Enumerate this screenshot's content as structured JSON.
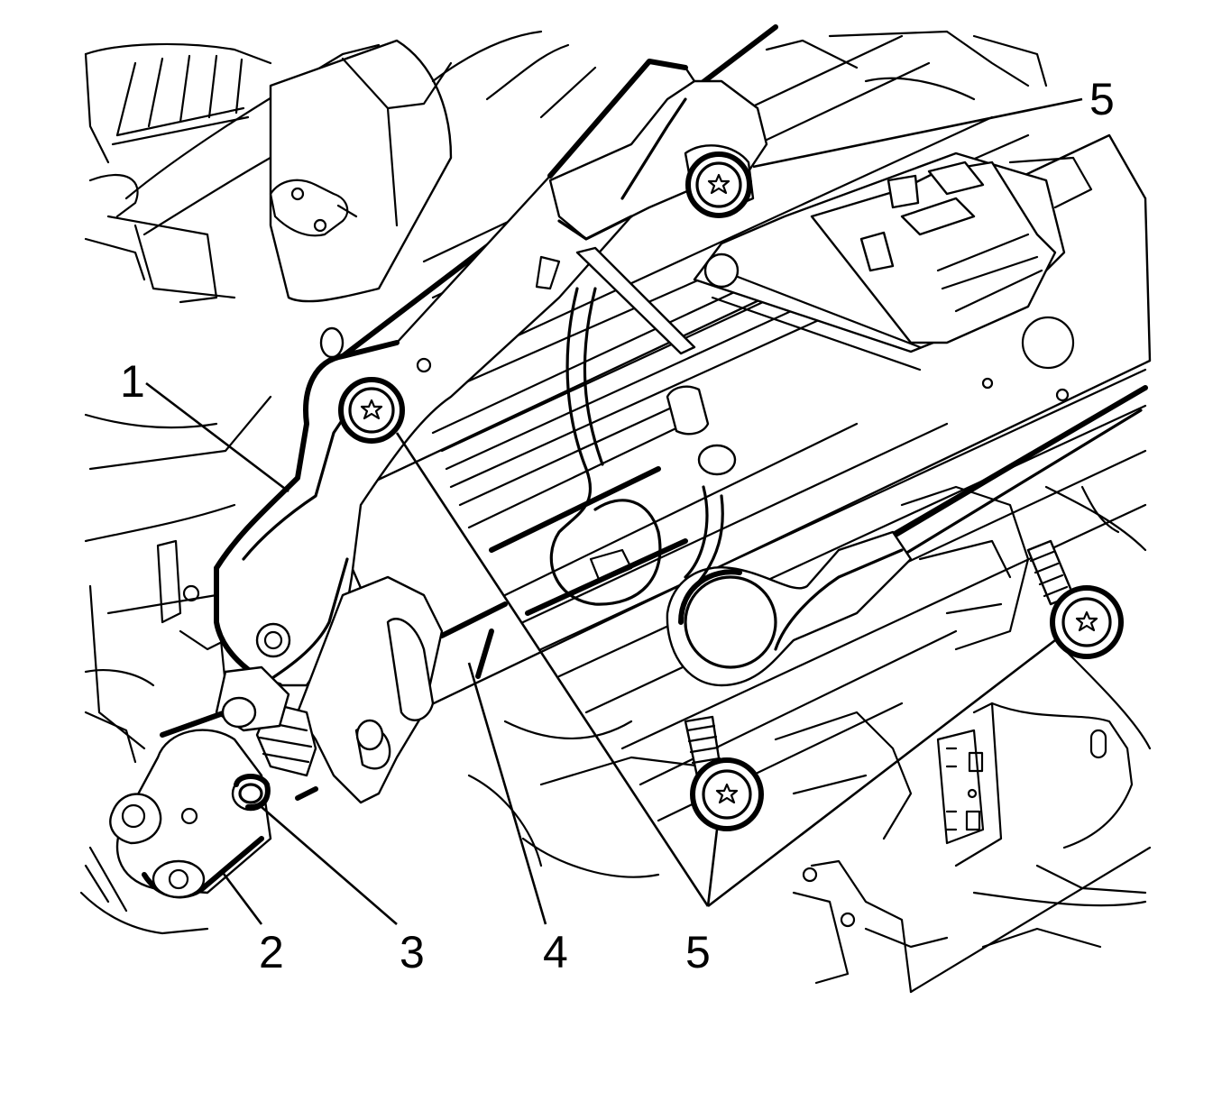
{
  "callouts": [
    {
      "id": "c1",
      "text": "1"
    },
    {
      "id": "c2",
      "text": "2"
    },
    {
      "id": "c3",
      "text": "3"
    },
    {
      "id": "c4",
      "text": "4"
    },
    {
      "id": "c5a",
      "text": "5"
    },
    {
      "id": "c5b",
      "text": "5"
    }
  ]
}
